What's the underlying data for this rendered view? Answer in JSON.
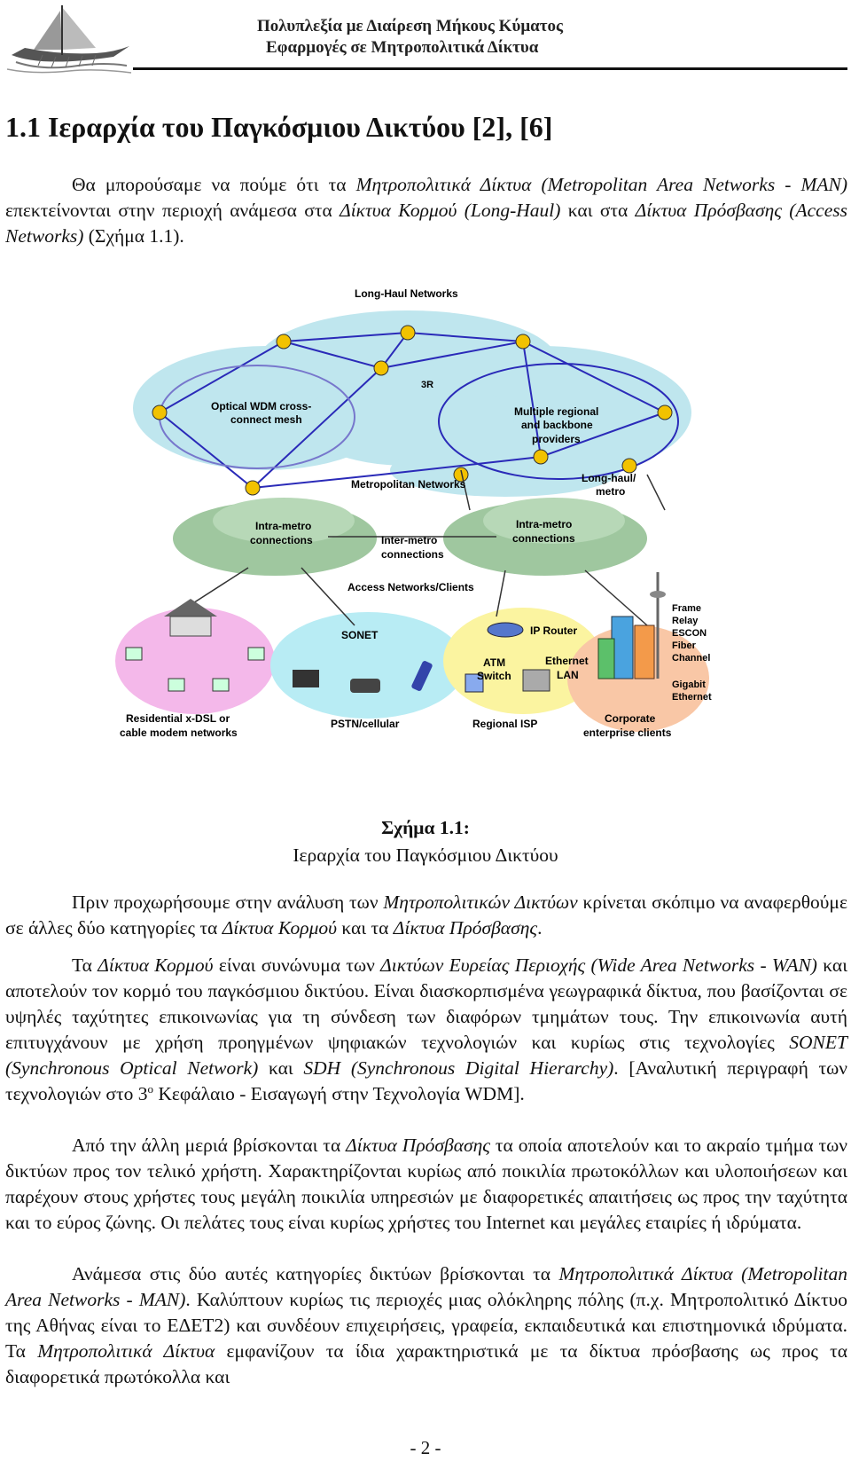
{
  "header": {
    "title_line1": "Πολυπλεξία με Διαίρεση Μήκους Κύματος",
    "title_line2": "Εφαρμογές σε Μητροπολιτικά Δίκτυα"
  },
  "section_title": "1.1 Ιεραρχία του Παγκόσμιου Δικτύου [2], [6]",
  "intro": {
    "t1": "Θα μπορούσαμε να πούμε ότι τα ",
    "i1": "Μητροπολιτικά Δίκτυα (Metropolitan Area Networks - MAN)",
    "t2": " επεκτείνονται στην περιοχή ανάμεσα στα ",
    "i2": "Δίκτυα Κορμού (Long-Haul)",
    "t3": " και στα ",
    "i3": "Δίκτυα Πρόσβασης (Access Networks)",
    "t4": " (Σχήμα 1.1)."
  },
  "figure": {
    "labels": {
      "long_haul": "Long-Haul Networks",
      "optical_wdm": "Optical WDM cross-",
      "optical_wdm2": "connect mesh",
      "r3": "3R",
      "multiple1": "Multiple regional",
      "multiple2": "and backbone",
      "multiple3": "providers",
      "metro": "Metropolitan Networks",
      "longhaul_metro1": "Long-haul/",
      "longhaul_metro2": "metro",
      "intra1a": "Intra-metro",
      "intra1b": "connections",
      "inter_a": "Inter-metro",
      "inter_b": "connections",
      "intra2a": "Intra-metro",
      "intra2b": "connections",
      "access": "Access Networks/Clients",
      "sonet": "SONET",
      "ip_router": "IP Router",
      "atm": "ATM",
      "switch": "Switch",
      "ethernet": "Ethernet",
      "lan": "LAN",
      "frame": "Frame",
      "relay": "Relay",
      "escon": "ESCON",
      "fiber": "Fiber",
      "channel": "Channel",
      "gigabit": "Gigabit",
      "gig_eth": "Ethernet",
      "residential1": "Residential x-DSL or",
      "residential2": "cable modem networks",
      "pstn": "PSTN/cellular",
      "regional_isp": "Regional ISP",
      "corporate1": "Corporate",
      "corporate2": "enterprise clients"
    }
  },
  "caption": {
    "label": "Σχήμα 1.1:",
    "text": "Ιεραρχία του Παγκόσμιου Δικτύου"
  },
  "p1": {
    "t1": "Πριν προχωρήσουμε στην ανάλυση των ",
    "i1": "Μητροπολιτικών Δικτύων",
    "t2": " κρίνεται σκόπιμο να αναφερθούμε σε άλλες δύο κατηγορίες τα ",
    "i2": "Δίκτυα Κορμού",
    "t3": " και τα ",
    "i3": "Δίκτυα Πρόσβασης",
    "t4": "."
  },
  "p2": {
    "t1": "Τα ",
    "i1": "Δίκτυα Κορμού",
    "t2": " είναι συνώνυμα των ",
    "i2": "Δικτύων Ευρείας Περιοχής (Wide Area Networks - WAN)",
    "t3": " και αποτελούν τον κορμό του παγκόσμιου δικτύου. Είναι διασκορπισμένα γεωγραφικά δίκτυα, που βασίζονται σε υψηλές ταχύτητες επικοινωνίας για τη σύνδεση των διαφόρων τμημάτων τους. Την επικοινωνία αυτή επιτυγχάνουν με χρήση προηγμένων ψηφιακών τεχνολογιών και κυρίως στις τεχνολογίες ",
    "i3": "SONET (Synchronous Optical Network)",
    "t4": " και ",
    "i4": "SDH (Synchronous Digital Hierarchy)",
    "t5": ". [Αναλυτική περιγραφή των τεχνολογιών στο 3",
    "sup": "ο",
    "t6": " Κεφάλαιο - Εισαγωγή στην Τεχνολογία WDM]."
  },
  "p3": {
    "t1": "Από την άλλη μεριά βρίσκονται τα ",
    "i1": "Δίκτυα Πρόσβασης",
    "t2": " τα οποία αποτελούν και το ακραίο τμήμα των δικτύων προς τον τελικό χρήστη. Χαρακτηρίζονται κυρίως από ποικιλία πρωτοκόλλων και υλοποιήσεων και παρέχουν στους χρήστες τους μεγάλη ποικιλία υπηρεσιών με διαφορετικές απαιτήσεις ως προς την ταχύτητα και το εύρος ζώνης. Οι πελάτες τους είναι κυρίως χρήστες του Internet και μεγάλες εταιρίες ή ιδρύματα."
  },
  "p4": {
    "t1": "Ανάμεσα στις δύο αυτές κατηγορίες δικτύων βρίσκονται τα ",
    "i1": "Μητροπολιτικά Δίκτυα (Metropolitan Area Networks - MAN)",
    "t2": ". Καλύπτουν κυρίως τις περιοχές μιας ολόκληρης πόλης (π.χ. Μητροπολιτικό Δίκτυο της Αθήνας είναι το ΕΔΕΤ2) και συνδέουν επιχειρήσεις, γραφεία, εκπαιδευτικά και επιστημονικά ιδρύματα. Τα ",
    "i2": "Μητροπολιτικά Δίκτυα",
    "t3": " εμφανίζουν τα ίδια χαρακτηριστικά με τα δίκτυα πρόσβασης ως προς τα διαφορετικά πρωτόκολλα και"
  },
  "page_number": "- 2 -",
  "colors": {
    "cloud_top": "#bfe6ee",
    "cloud_metro": "#9fc79f",
    "access_pink": "#f4b8ea",
    "access_cyan": "#b8ecf4",
    "access_yellow": "#fbf4a0",
    "link_blue": "#2a2ab8",
    "node_yellow": "#f2c200"
  }
}
